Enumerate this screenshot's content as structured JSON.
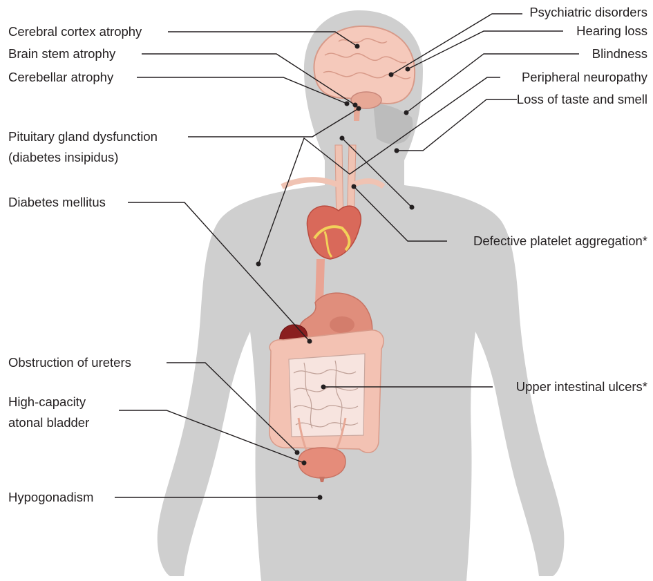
{
  "labels": {
    "cerebral_cortex": "Cerebral cortex atrophy",
    "brain_stem": "Brain stem atrophy",
    "cerebellar": "Cerebellar atrophy",
    "pituitary_line1": "Pituitary gland dysfunction",
    "pituitary_line2": "(diabetes insipidus)",
    "diabetes_mellitus": "Diabetes mellitus",
    "ureters": "Obstruction of ureters",
    "bladder_line1": "High-capacity",
    "bladder_line2": "atonal bladder",
    "hypogonadism": "Hypogonadism",
    "psychiatric": "Psychiatric disorders",
    "hearing": "Hearing loss",
    "blindness": "Blindness",
    "neuropathy": "Peripheral neuropathy",
    "taste_smell": "Loss of taste and smell",
    "platelet": "Defective platelet aggregation*",
    "ulcers": "Upper intestinal ulcers*"
  },
  "colors": {
    "body_silhouette": "#cfcfcf",
    "organ_pink": "#f2b8a6",
    "brain": "#f5c9bb",
    "heart": "#d9695a",
    "heart_fat": "#f2d15a",
    "liver": "#8a1f1f",
    "stomach": "#e08e7c",
    "intestine": "#f7e4df",
    "leader_line": "#231f20"
  }
}
